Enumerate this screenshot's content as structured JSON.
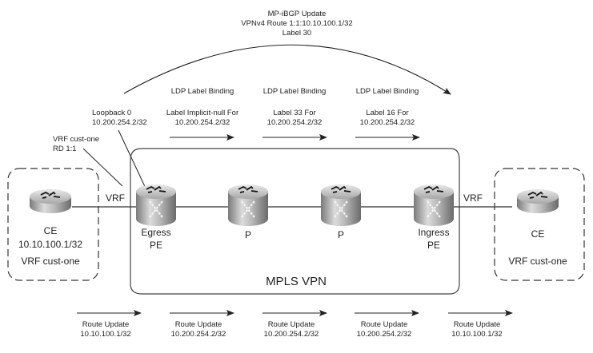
{
  "mpbgp": {
    "line1": "MP-iBGP Update",
    "line2": "VPNv4 Route 1:1:10.10.100.1/32",
    "line3": "Label 30"
  },
  "annotations": {
    "vrf_rd_line1": "VRF cust-one",
    "vrf_rd_line2": "RD 1:1",
    "loopback_line1": "Loopback 0",
    "loopback_line2": "10.200.254.2/32"
  },
  "ldp_bindings": [
    {
      "title": "LDP Label Binding",
      "label": "Label Implicit-null For",
      "prefix": "10.200.254.2/32"
    },
    {
      "title": "LDP Label Binding",
      "label": "Label 33 For",
      "prefix": "10.200.254.2/32"
    },
    {
      "title": "LDP Label Binding",
      "label": "Label 16 For",
      "prefix": "10.200.254.2/32"
    }
  ],
  "cloud_label": "MPLS VPN",
  "vrf_label": "VRF",
  "devices": {
    "ce_left": {
      "name": "CE",
      "prefix": "10.10.100.1/32",
      "vrf": "VRF cust-one"
    },
    "egress_pe": {
      "line1": "Egress",
      "line2": "PE"
    },
    "p1": {
      "name": "P"
    },
    "p2": {
      "name": "P"
    },
    "ingress_pe": {
      "line1": "Ingress",
      "line2": "PE"
    },
    "ce_right": {
      "name": "CE",
      "vrf": "VRF cust-one"
    }
  },
  "route_updates": [
    {
      "title": "Route Update",
      "prefix": "10.10.100.1/32"
    },
    {
      "title": "Route Update",
      "prefix": "10.200.254.2/32"
    },
    {
      "title": "Route Update",
      "prefix": "10.200.254.2/32"
    },
    {
      "title": "Route Update",
      "prefix": "10.200.254.2/32"
    },
    {
      "title": "Route Update",
      "prefix": "10.10.100.1/32"
    }
  ]
}
